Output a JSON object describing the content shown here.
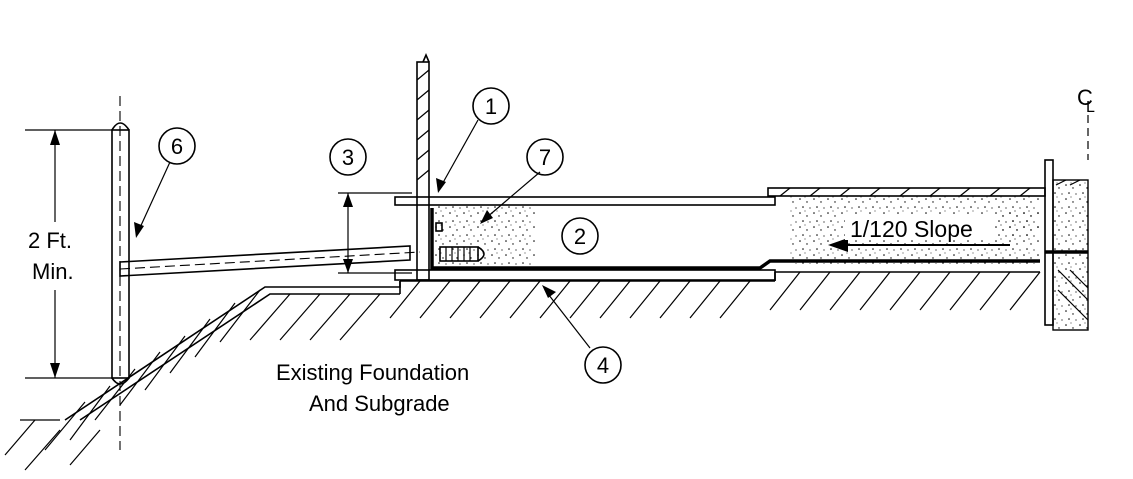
{
  "callouts": {
    "c1": "1",
    "c2": "2",
    "c3": "3",
    "c4": "4",
    "c6": "6",
    "c7": "7"
  },
  "labels": {
    "height_line1": "2 Ft.",
    "height_line2": "Min.",
    "slope": "1/120 Slope",
    "foundation_line1": "Existing Foundation",
    "foundation_line2": "And Subgrade",
    "centerline": "C",
    "centerline_sub": "L"
  }
}
